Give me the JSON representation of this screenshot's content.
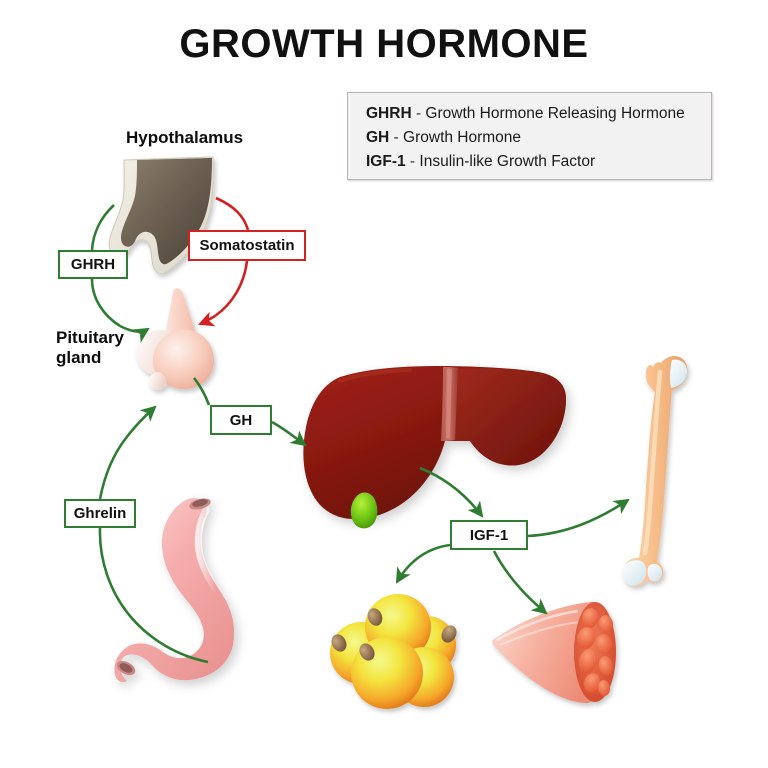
{
  "page": {
    "title": "GROWTH HORMONE",
    "background_color": "#ffffff"
  },
  "colors": {
    "arrow_green": "#2f7d32",
    "arrow_red": "#d32020",
    "tag_border_green": "#2f7d32",
    "tag_border_red": "#d32020",
    "legend_bg": "#f2f2f2",
    "legend_border": "#b9b3b3",
    "liver": "#8e1b12",
    "stomach": "#f3a9ab",
    "bone": "#f6c89a",
    "fat_cell": "#f29a32",
    "muscle": "#e8573c",
    "hypothalamus": "#6e6150",
    "pituitary": "#f6c9bd",
    "gallbladder": "#62c516",
    "text": "#111111"
  },
  "legend": {
    "entries": [
      {
        "abbr": "GHRH",
        "dash": " - ",
        "definition": "Growth Hormone Releasing Hormone"
      },
      {
        "abbr": "GH",
        "dash": " - ",
        "definition": "Growth Hormone"
      },
      {
        "abbr": "IGF-1",
        "dash": " - ",
        "definition": "Insulin-like Growth Factor"
      }
    ]
  },
  "labels": {
    "hypothalamus": "Hypothalamus",
    "pituitary_gland": "Pituitary\ngland"
  },
  "tags": {
    "ghrh": "GHRH",
    "somatostatin": "Somatostatin",
    "gh": "GH",
    "ghrelin": "Ghrelin",
    "igf1": "IGF-1"
  },
  "organs": [
    {
      "name": "hypothalamus",
      "label": "Hypothalamus"
    },
    {
      "name": "pituitary-gland",
      "label": "Pituitary gland"
    },
    {
      "name": "stomach",
      "label": "Stomach"
    },
    {
      "name": "liver",
      "label": "Liver"
    },
    {
      "name": "gallbladder",
      "label": "Gallbladder"
    },
    {
      "name": "bone",
      "label": "Bone"
    },
    {
      "name": "fat-cells",
      "label": "Fat cells"
    },
    {
      "name": "muscle-tissue",
      "label": "Muscle tissue"
    }
  ],
  "pathways": [
    {
      "from": "hypothalamus",
      "to": "pituitary-gland",
      "hormone": "GHRH",
      "color": "#2f7d32",
      "effect": "stimulates"
    },
    {
      "from": "hypothalamus",
      "to": "pituitary-gland",
      "hormone": "Somatostatin",
      "color": "#d32020",
      "effect": "inhibits"
    },
    {
      "from": "pituitary-gland",
      "to": "liver",
      "hormone": "GH",
      "color": "#2f7d32",
      "effect": "stimulates"
    },
    {
      "from": "stomach",
      "to": "pituitary-gland",
      "hormone": "Ghrelin",
      "color": "#2f7d32",
      "effect": "stimulates"
    },
    {
      "from": "liver",
      "to": "bone",
      "hormone": "IGF-1",
      "color": "#2f7d32",
      "effect": "stimulates"
    },
    {
      "from": "liver",
      "to": "fat-cells",
      "hormone": "IGF-1",
      "color": "#2f7d32",
      "effect": "stimulates"
    },
    {
      "from": "liver",
      "to": "muscle-tissue",
      "hormone": "IGF-1",
      "color": "#2f7d32",
      "effect": "stimulates"
    }
  ]
}
